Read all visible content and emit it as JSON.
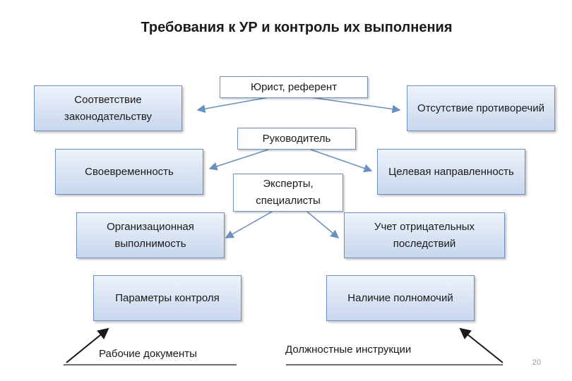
{
  "title": "Требования к УР и контроль их выполнения",
  "center": {
    "lawyer": "Юрист, референт",
    "manager": "Руководитель",
    "experts": "Эксперты,\nспециалисты"
  },
  "left_requirements": [
    "Соответствие законодательству",
    "Своевременность",
    "Организационная выполнимость",
    "Параметры контроля"
  ],
  "right_requirements": [
    "Отсутствие противоречий",
    "Целевая направленность",
    "Учет отрицательных последствий",
    "Наличие полномочий"
  ],
  "documents": {
    "left": "Рабочие документы",
    "right": "Должностные инструкции"
  },
  "page_number": "20",
  "colors": {
    "box_border": "#6e8fbf",
    "box_fill_top": "#eef3fb",
    "box_fill_bottom": "#c8d7ee",
    "line": "#6b8fbf"
  }
}
